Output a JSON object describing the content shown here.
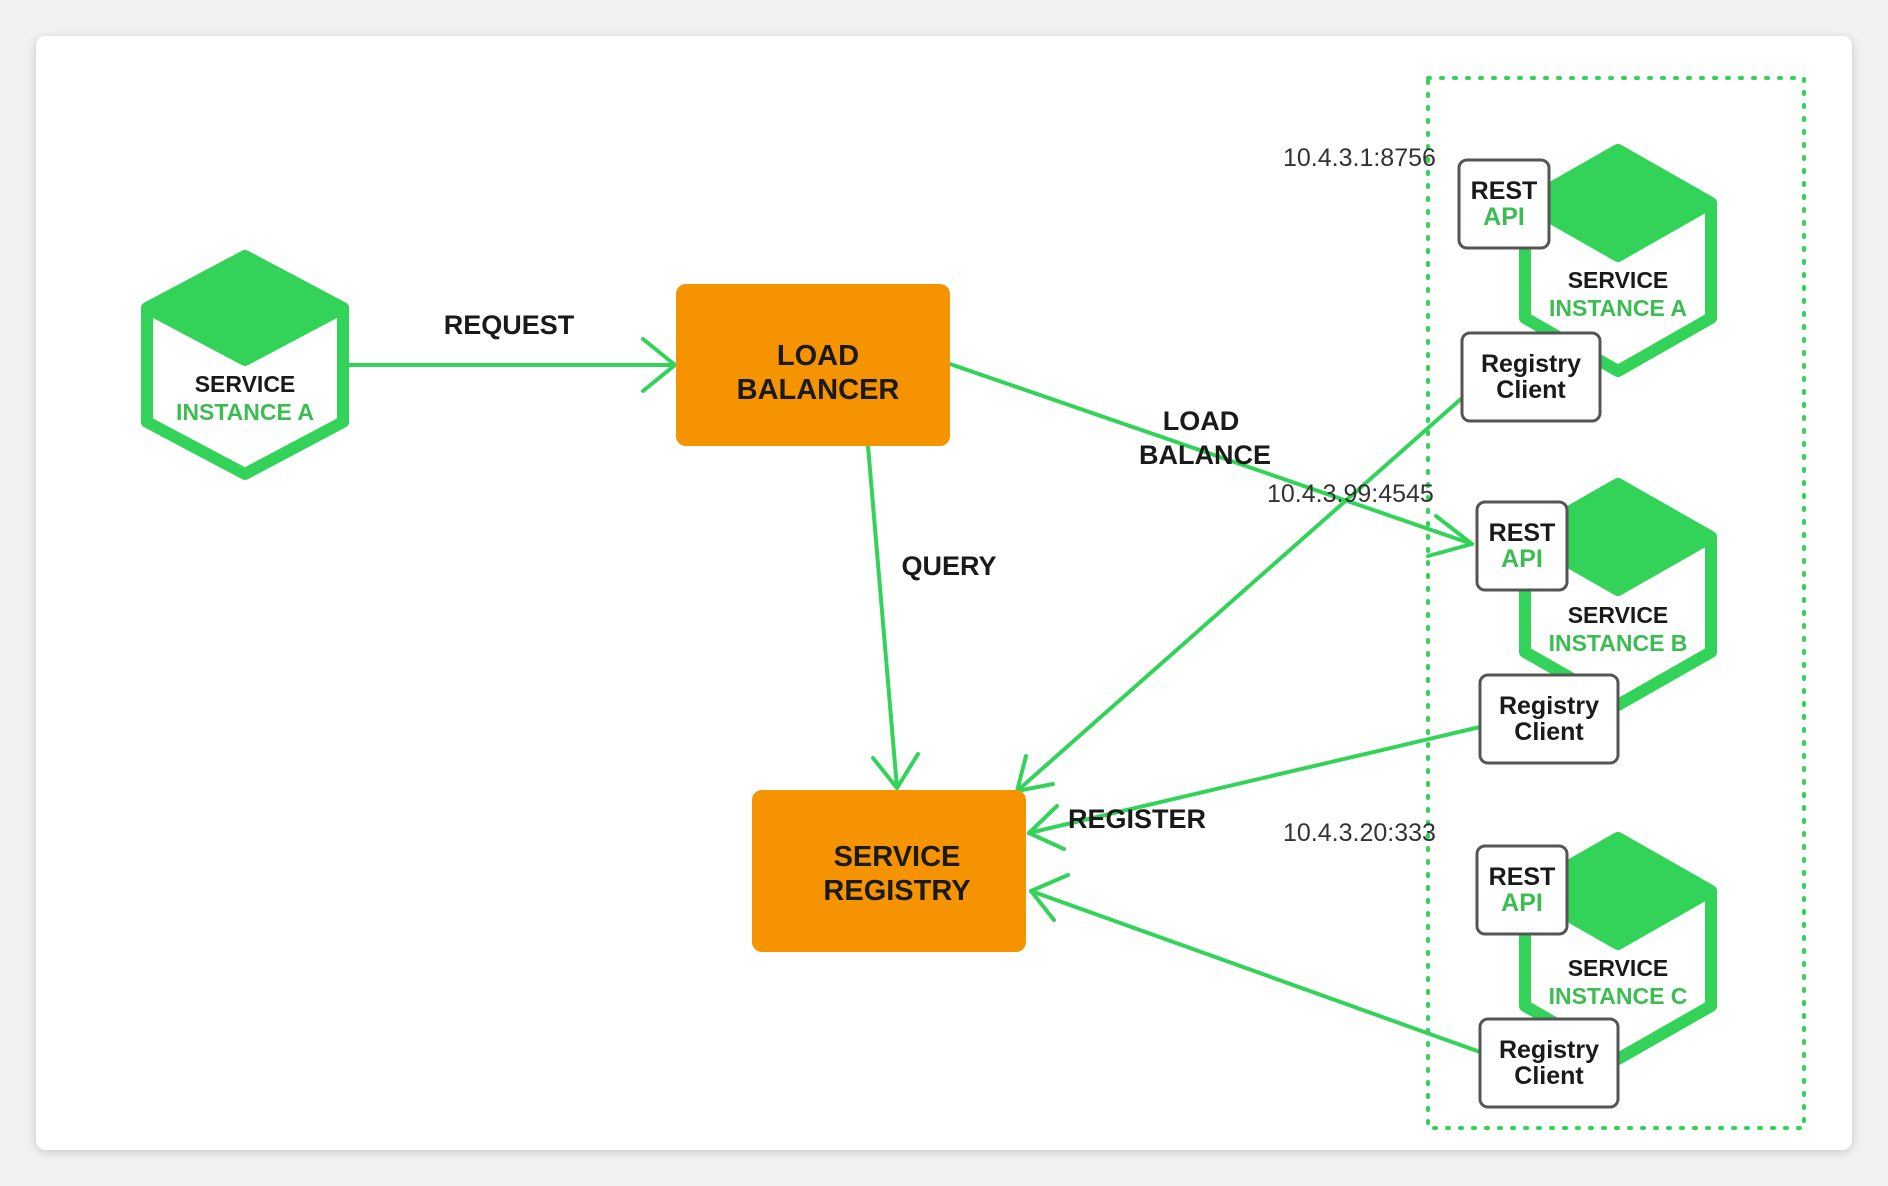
{
  "colors": {
    "green": "#33d35a",
    "green_text": "#3cbd52",
    "orange": "#f59300",
    "box_border": "#555555"
  },
  "client": {
    "line1": "SERVICE",
    "line2": "INSTANCE A"
  },
  "load_balancer": {
    "line1": "LOAD",
    "line2": "BALANCER"
  },
  "service_registry": {
    "line1": "SERVICE",
    "line2": "REGISTRY"
  },
  "edges": {
    "request": "REQUEST",
    "query": "QUERY",
    "load_balance_1": "LOAD",
    "load_balance_2": "BALANCE",
    "register": "REGISTER"
  },
  "instances": [
    {
      "ip": "10.4.3.1:8756",
      "rest": "REST",
      "api": "API",
      "service": "SERVICE",
      "name": "INSTANCE A",
      "client1": "Registry",
      "client2": "Client"
    },
    {
      "ip": "10.4.3.99:4545",
      "rest": "REST",
      "api": "API",
      "service": "SERVICE",
      "name": "INSTANCE B",
      "client1": "Registry",
      "client2": "Client"
    },
    {
      "ip": "10.4.3.20:333",
      "rest": "REST",
      "api": "API",
      "service": "SERVICE",
      "name": "INSTANCE C",
      "client1": "Registry",
      "client2": "Client"
    }
  ]
}
